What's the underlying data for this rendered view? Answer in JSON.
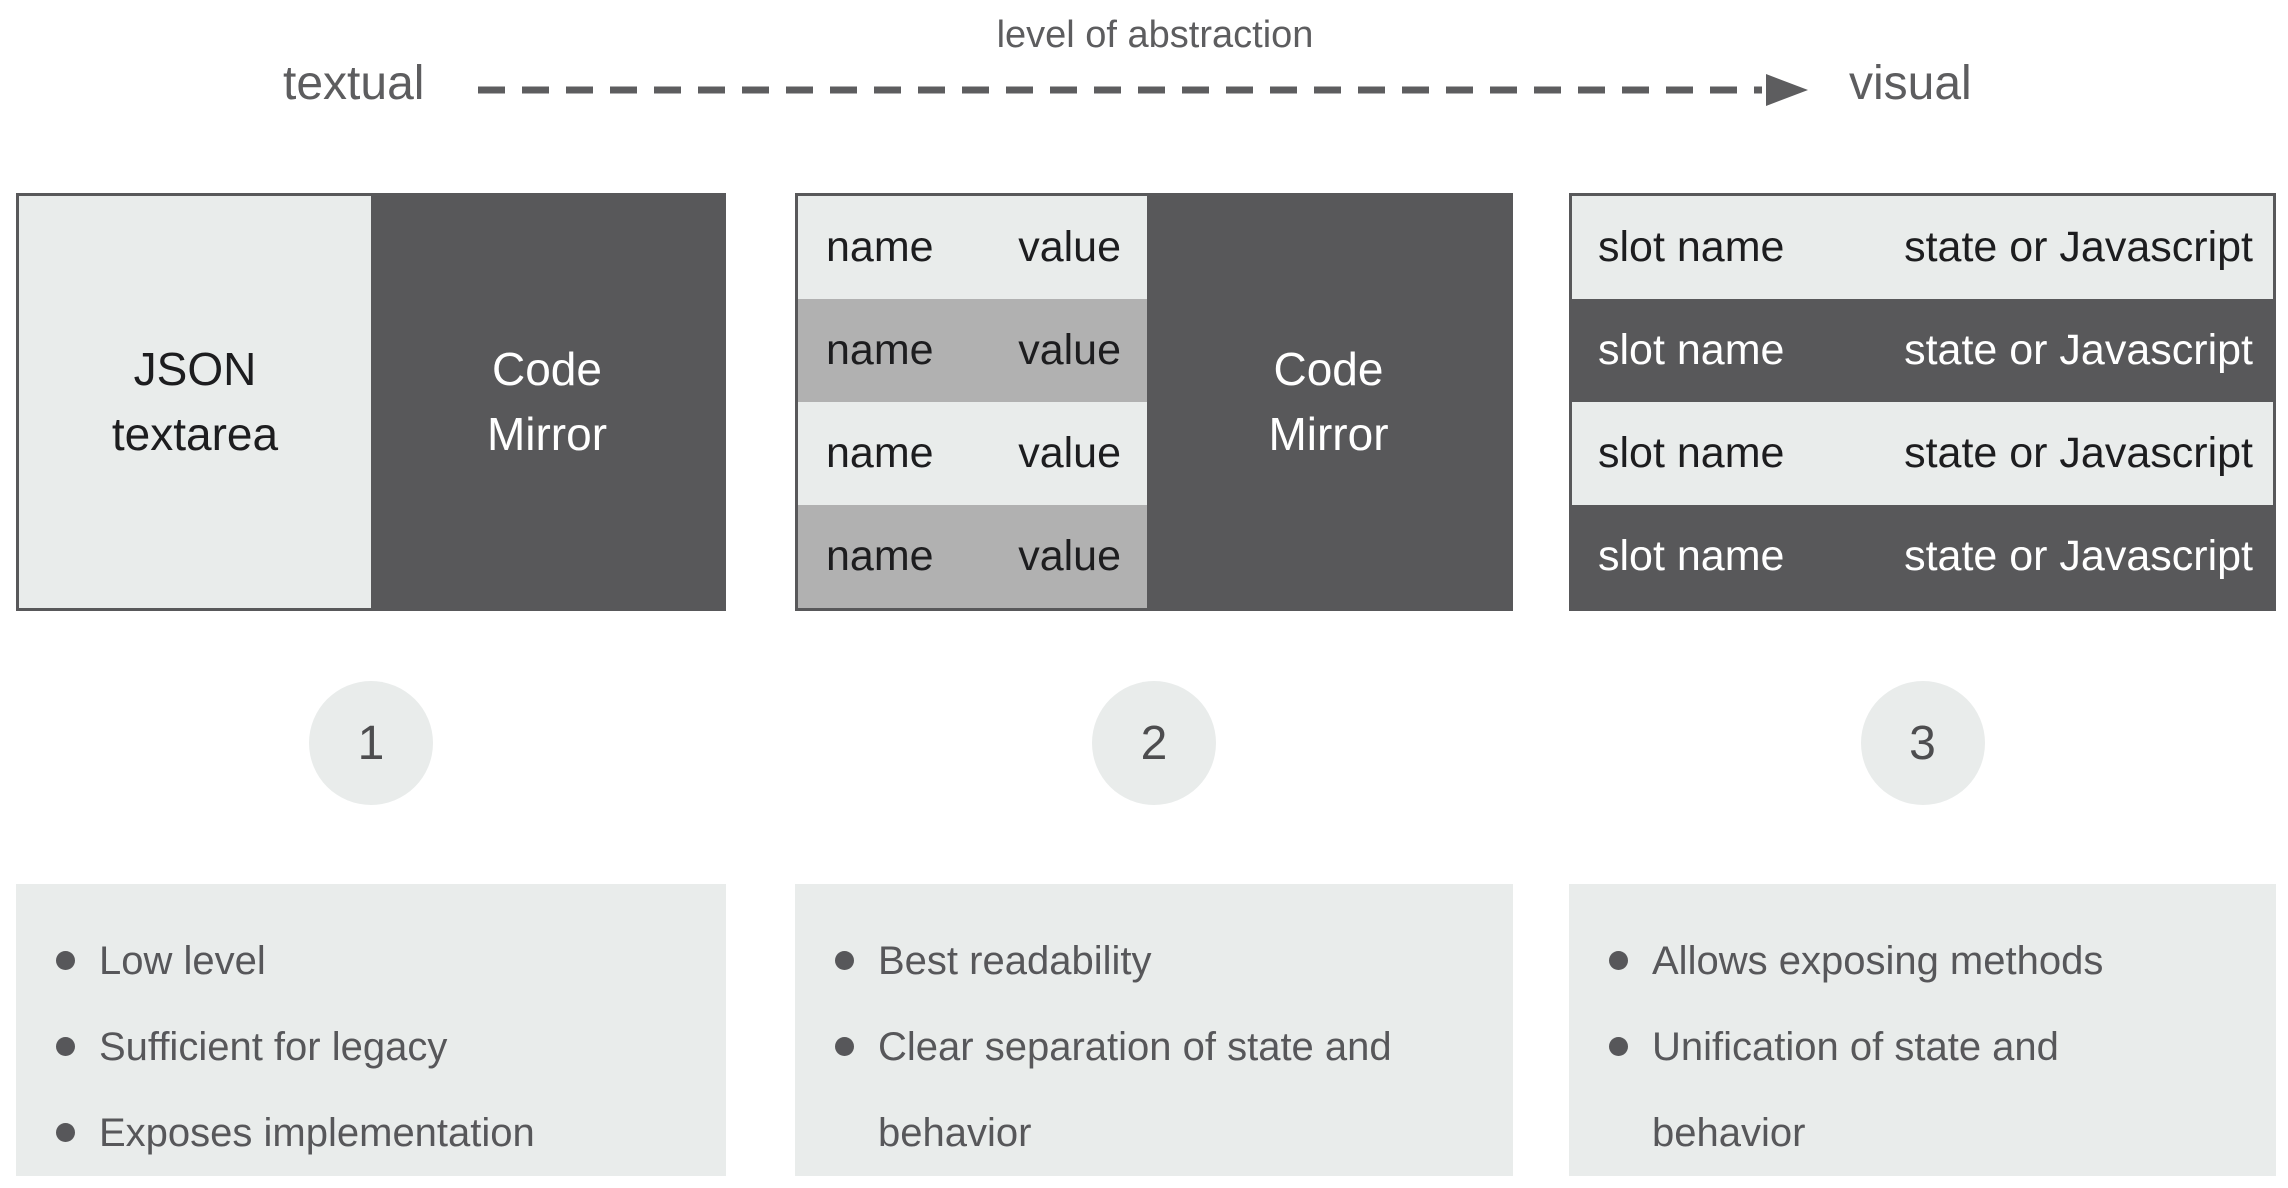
{
  "header": {
    "left_label": "textual",
    "axis_label": "level of abstraction",
    "right_label": "visual"
  },
  "colors": {
    "dark_gray": "#58585a",
    "light_gray": "#e9eceb",
    "mid_gray": "#b1b1b1",
    "ink": "#1d1d1f",
    "muted_gray": "#5d5d5f"
  },
  "columns": [
    {
      "number": "1",
      "panel": {
        "left_block": "JSON\ntextarea",
        "right_block": "Code\nMirror"
      },
      "bullets": [
        "Low level",
        "Sufficient for legacy",
        "Exposes implementation"
      ]
    },
    {
      "number": "2",
      "panel": {
        "rows": [
          {
            "name": "name",
            "value": "value"
          },
          {
            "name": "name",
            "value": "value"
          },
          {
            "name": "name",
            "value": "value"
          },
          {
            "name": "name",
            "value": "value"
          }
        ],
        "editor_block": "Code\nMirror"
      },
      "bullets": [
        "Best readability",
        "Clear separation of state and behavior"
      ]
    },
    {
      "number": "3",
      "panel": {
        "rows": [
          {
            "name": "slot name",
            "value": "state or Javascript"
          },
          {
            "name": "slot name",
            "value": "state or Javascript"
          },
          {
            "name": "slot name",
            "value": "state or Javascript"
          },
          {
            "name": "slot name",
            "value": "state or Javascript"
          }
        ]
      },
      "bullets": [
        "Allows exposing methods",
        "Unification of state and behavior"
      ]
    }
  ]
}
